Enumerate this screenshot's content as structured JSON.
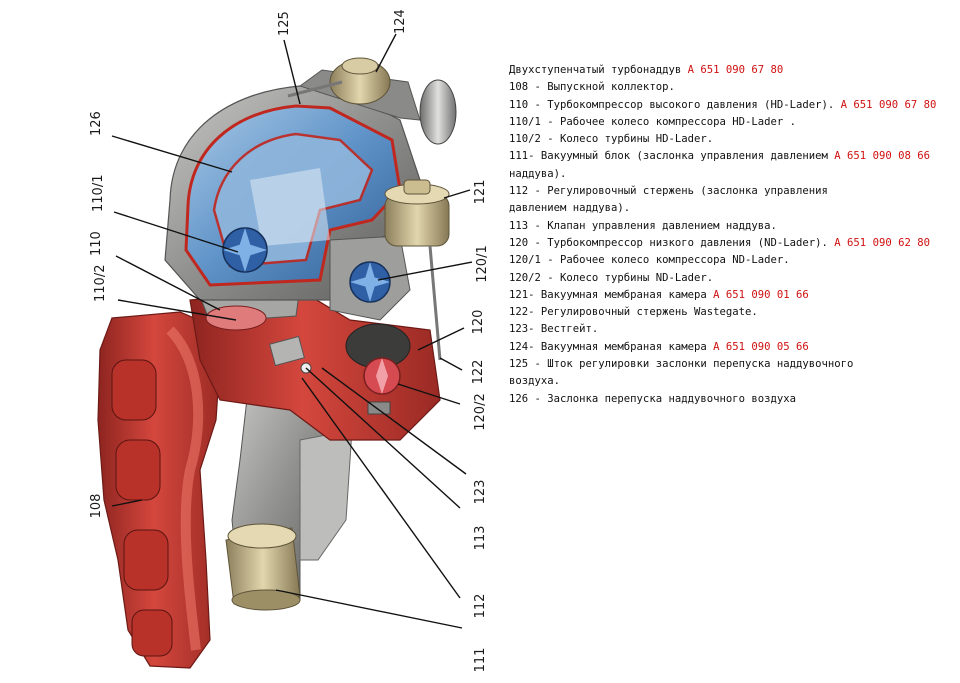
{
  "legend": {
    "heading": "Двухступенчатый турбонаддув",
    "heading_pn": "А 651 090 67 80",
    "lines": [
      {
        "text": "108 - Выпускной коллектор.",
        "pn": ""
      },
      {
        "text": "110 - Турбокомпрессор высокого давления (HD-Lader).",
        "pn": "А 651 090 67 80"
      },
      {
        "text": "110/1 - Рабочее колесо компрессора HD-Lader .",
        "pn": ""
      },
      {
        "text": "110/2 - Колесо турбины HD-Lader.",
        "pn": ""
      },
      {
        "text": "111- Вакуумный блок (заслонка управления давлением",
        "pn": "А 651 090 08 66"
      },
      {
        "text": "наддува).",
        "pn": ""
      },
      {
        "text": "112 - Регулировочный стержень (заслонка управления",
        "pn": ""
      },
      {
        "text": "давлением наддува).",
        "pn": ""
      },
      {
        "text": "113 - Клапан управления давлением наддува.",
        "pn": ""
      },
      {
        "text": "120 - Турбокомпрессор низкого давления (ND-Lader).",
        "pn": "А 651 090 62 80"
      },
      {
        "text": "120/1 - Рабочее колесо компрессора ND-Lader.",
        "pn": ""
      },
      {
        "text": "120/2 - Колесо турбины ND-Lader.",
        "pn": ""
      },
      {
        "text": "121- Вакуумная мембраная камера",
        "pn": "А 651 090 01 66"
      },
      {
        "text": "122- Регулировочный стержень Wastegate.",
        "pn": ""
      },
      {
        "text": "123- Вестгейт.",
        "pn": ""
      },
      {
        "text": "124- Вакуумная мембраная камера",
        "pn": "А 651 090 05 66"
      },
      {
        "text": "125 - Шток регулировки заслонки перепуска наддувочного",
        "pn": ""
      },
      {
        "text": "воздуха.",
        "pn": ""
      },
      {
        "text": "126 - Заслонка перепуска наддувочного воздуха",
        "pn": ""
      }
    ]
  },
  "callouts": {
    "c125": "125",
    "c124": "124",
    "c126": "126",
    "c121": "121",
    "c110_1": "110/1",
    "c110": "110",
    "c120_1": "120/1",
    "c110_2": "110/2",
    "c120": "120",
    "c122": "122",
    "c120_2": "120/2",
    "c108": "108",
    "c123": "123",
    "c113": "113",
    "c112": "112",
    "c111": "111"
  },
  "colors": {
    "manifold_red": "#c83a32",
    "cast_grey": "#9a9a98",
    "cold_blue": "#5f93c8",
    "chamber_gold": "#c9b98c",
    "part_number_red": "#d01010"
  }
}
